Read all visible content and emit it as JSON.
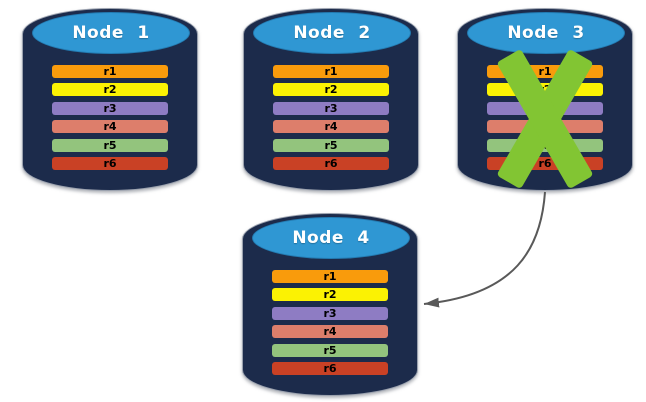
{
  "diagram": {
    "type": "database-replication-failover"
  },
  "nodes": [
    {
      "name": "Node 1",
      "failed": false
    },
    {
      "name": "Node 2",
      "failed": false
    },
    {
      "name": "Node 3",
      "failed": true
    },
    {
      "name": "Node 4",
      "failed": false
    }
  ],
  "rows": [
    {
      "label": "r1",
      "color": "#F99B0C"
    },
    {
      "label": "r2",
      "color": "#FBF203"
    },
    {
      "label": "r3",
      "color": "#8E7CC3"
    },
    {
      "label": "r4",
      "color": "#DD7E6B"
    },
    {
      "label": "r5",
      "color": "#93C47D"
    },
    {
      "label": "r6",
      "color": "#C94125"
    }
  ],
  "colors": {
    "background": "#FFFFFF",
    "cylinder_body": "#1C2B4B",
    "cylinder_top": "#2F97D3",
    "cylinder_outline": "#9AA1AE",
    "title_text": "#FFFFFF",
    "row_text": "#000000",
    "failed_x": "#82C533",
    "arrow": "#595959"
  }
}
